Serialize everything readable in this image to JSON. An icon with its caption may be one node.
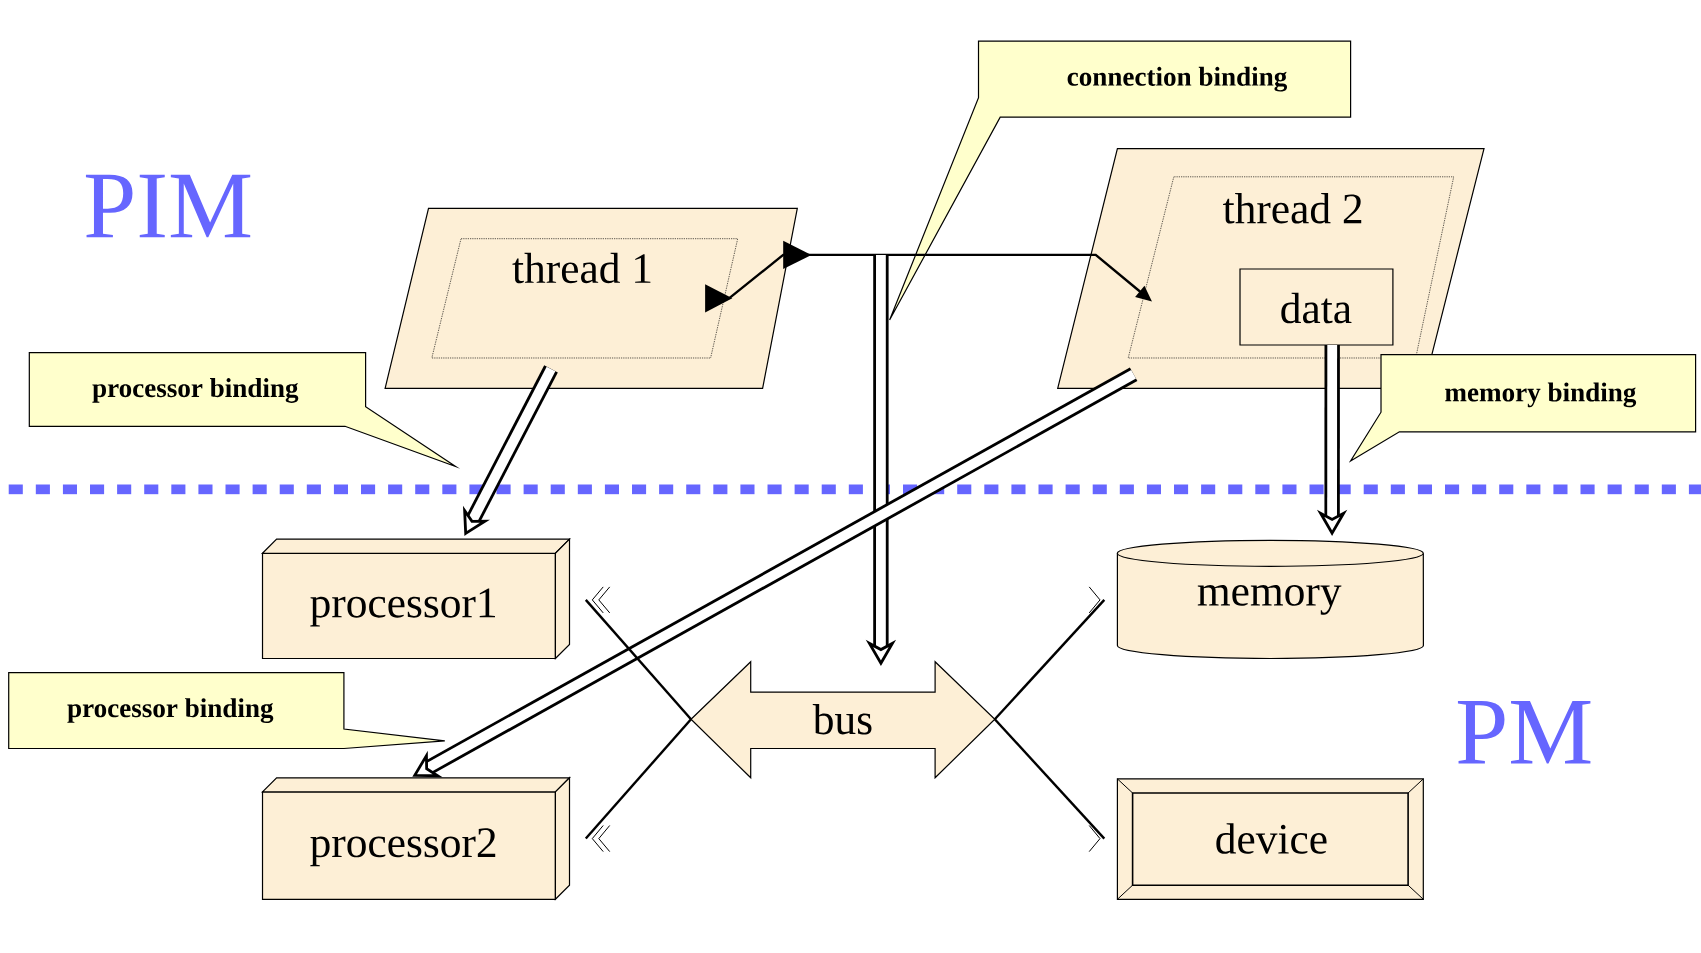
{
  "diagram": {
    "nodes": [
      {
        "text": [
          "thread 1"
        ]
      },
      {
        "text": [
          "thread 2"
        ]
      },
      {
        "text": [
          "data"
        ],
        "in": 1
      },
      {
        "text": [
          "processor1"
        ]
      },
      {
        "text": [
          "processor2"
        ]
      },
      {
        "text": [
          "memory"
        ]
      },
      {
        "text": [
          "device"
        ]
      },
      {
        "text": [
          "bus"
        ]
      },
      {
        "text": [
          "connection binding"
        ]
      },
      {
        "text": [
          "processor binding"
        ]
      },
      {
        "text": [
          "memory binding"
        ]
      },
      {
        "text": [
          "processor binding"
        ]
      }
    ],
    "edges": [
      {
        "from": 0,
        "to": 1,
        "arrow": "to"
      },
      {
        "from": null,
        "to": 7,
        "arrow": "to",
        "style": "thick"
      },
      {
        "from": 0,
        "to": 3,
        "arrow": "to",
        "style": "thick"
      },
      {
        "from": 1,
        "to": 4,
        "arrow": "to",
        "style": "thick"
      },
      {
        "from": 2,
        "to": 5,
        "arrow": "to",
        "style": "thick"
      },
      {
        "from": 3,
        "to": 7,
        "arrow": "other"
      },
      {
        "from": 4,
        "to": 7,
        "arrow": "other"
      },
      {
        "from": 5,
        "to": 7,
        "arrow": "other"
      },
      {
        "from": 6,
        "to": 7,
        "arrow": "other"
      }
    ],
    "labels": [
      "PIM",
      "PM"
    ]
  }
}
